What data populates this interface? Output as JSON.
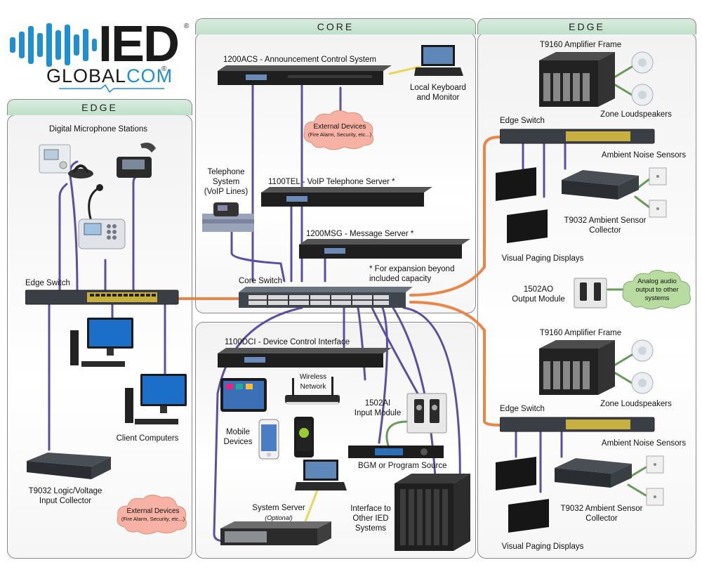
{
  "logo": {
    "brand": "IED",
    "registered": "®",
    "sub_main": "GLOBAL",
    "sub_accent": "COM",
    "sub_registered": "®"
  },
  "panels": {
    "core": "CORE",
    "edge_left": "EDGE",
    "edge_right": "EDGE"
  },
  "labels": {
    "digital_mic": "Digital Microphone Stations",
    "edge_switch_left": "Edge Switch",
    "client_computers": "Client Computers",
    "t9032_logic": [
      "T9032 Logic/Voltage",
      "Input Collector"
    ],
    "acs": "1200ACS - Announcement Control System",
    "local_kbd": [
      "Local Keyboard",
      "and Monitor"
    ],
    "telephone": [
      "Telephone",
      "System",
      "(VoIP Lines)"
    ],
    "tel_server": "1100TEL - VoIP Telephone Server *",
    "msg_server": "1200MSG - Message Server *",
    "core_switch": "Core Switch",
    "expansion": [
      "* For expansion beyond",
      "included capacity"
    ],
    "dci": "1100DCI - Device Control Interface",
    "wireless": [
      "Wireless",
      "Network"
    ],
    "mobile": [
      "Mobile",
      "Devices"
    ],
    "input_module": [
      "1502AI",
      "Input Module"
    ],
    "bgm": "BGM or Program Source",
    "system_server": "System Server",
    "optional": "(Optional)",
    "interface_ied": [
      "Interface to",
      "Other IED",
      "Systems"
    ],
    "amp_frame_1": "T9160 Amplifier Frame",
    "zone_ls_1": "Zone Loudspeakers",
    "edge_switch_r1": "Edge Switch",
    "ambient_1": "Ambient Noise Sensors",
    "t9032_ambient_1": [
      "T9032 Ambient Sensor",
      "Collector"
    ],
    "visual_1": "Visual Paging Displays",
    "output_module": [
      "1502AO",
      "Output Module"
    ],
    "amp_frame_2": "T9160 Amplifier Frame",
    "zone_ls_2": "Zone Loudspeakers",
    "edge_switch_r2": "Edge Switch",
    "ambient_2": "Ambient Noise Sensors",
    "t9032_ambient_2": [
      "T9032 Ambient Sensor",
      "Collector"
    ],
    "visual_2": "Visual Paging Displays"
  },
  "clouds": {
    "core": {
      "title": "External Devices",
      "sub": "(Fire Alarm, Security, etc...)"
    },
    "edge": {
      "title": "External Devices",
      "sub": "(Fire Alarm, Security, etc...)"
    },
    "analog": [
      "Analog audio",
      "output to other",
      "systems"
    ]
  },
  "colors": {
    "purple": "#5a4fa0",
    "orange": "#e8874a",
    "green": "#6a9a5a",
    "yellow": "#e9d55a",
    "tab_green": "#c8e6d0",
    "logo_blue": "#1f8fd0"
  }
}
